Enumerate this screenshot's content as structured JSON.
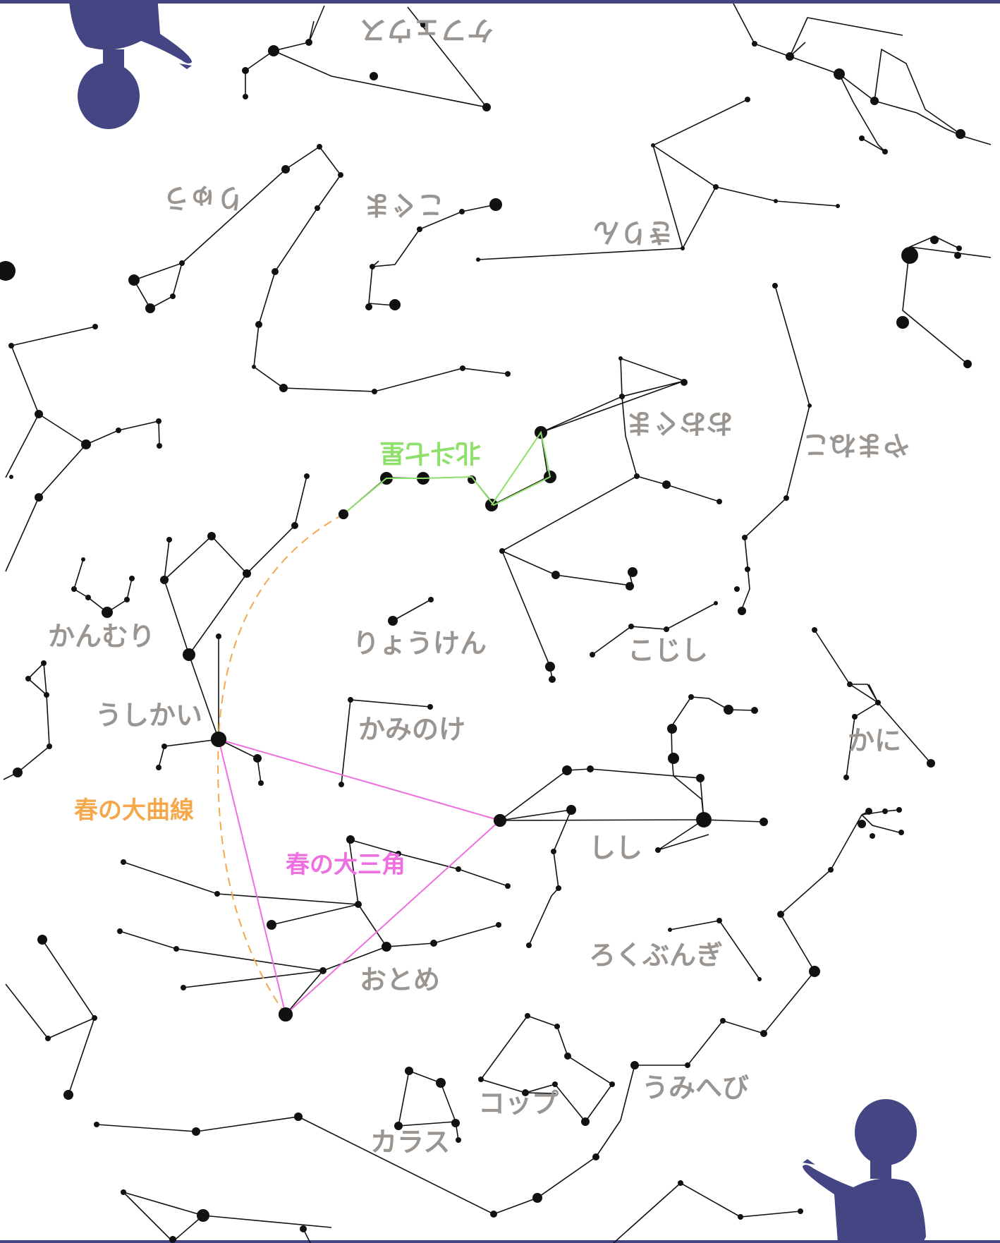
{
  "colors": {
    "background": "#ffffff",
    "lines": "#111111",
    "labels": "#9a9591",
    "silhouette": "#434682",
    "big_dipper": "#8ee06a",
    "spring_curve": "#f5a84b",
    "spring_triangle": "#ee6fe0"
  },
  "labels": {
    "cepheus": "ケフェウス",
    "draco": "りゅう",
    "ursa_minor": "こぐま",
    "camelopardalis": "きりん",
    "big_dipper": "北斗七星",
    "ursa_major": "おおぐま",
    "lynx": "やまねこ",
    "corona_borealis": "かんむり",
    "canes_venatici": "りょうけん",
    "leo_minor": "こじし",
    "bootes": "うしかい",
    "coma_berenices": "かみのけ",
    "cancer": "かに",
    "spring_curve": "春の大曲線",
    "spring_triangle": "春の大三角",
    "leo": "しし",
    "sextans": "ろくぶんぎ",
    "virgo": "おとめ",
    "hydra": "うみへび",
    "crater": "コップ",
    "corvus": "カラス"
  },
  "icons": {
    "top_figure": "child-silhouette-icon",
    "bottom_figure": "child-silhouette-icon"
  }
}
